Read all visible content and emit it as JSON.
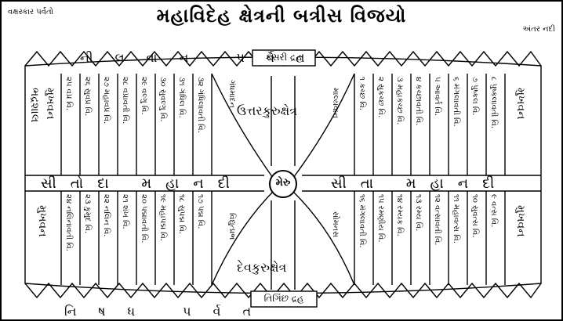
{
  "title": "મહાવિદેહ ક્ષેત્રની બત્રીસ વિજયો",
  "legend_left": "વક્ષસ્કાર પર્વતો",
  "legend_right": "અંતર નદી",
  "mountains": {
    "north": "નીલવાન પર્વત",
    "south": "નિષધ પર્વત"
  },
  "lakes": {
    "north": "કેસરી દ્રહ",
    "south": "તિગિંછ દ્રહ"
  },
  "center": "મેરુ",
  "river": "સીતા મહાનદી",
  "river_left": "સીતોદા મહાનદી",
  "kuru": {
    "north": "ઉત્તરકુરુક્ષેત્ર",
    "south": "દેવકુરુક્ષેત્ર"
  },
  "gajadanta": {
    "nw": "ગંધમાદન",
    "ne": "માલ્યવાન",
    "sw": "વિદ્યુત્પ્રભ",
    "se": "સોમનસ"
  },
  "forests": {
    "left_top": "ભદ્રશાલ",
    "left_top2": "મુખવન",
    "right_top": "મુખવન",
    "left_bottom": "મુખવન",
    "right_bottom": "મુખવન"
  },
  "vijays_nw": [
    "૨૫ વપ્ર વિ.",
    "૨૬ સુવપ્ર વિ.",
    "૨૭ મહાવપ્ર વિ.",
    "૨૮ વપ્રાવતી વિ.",
    "૨૯ વલ્ગુ વિ.",
    "૩૦ સુવલ્ગુ વિ.",
    "૩૧ ગંધિલ વિ.",
    "૩૨ ગંધિલાવતી વિ."
  ],
  "vijays_ne": [
    "૮ પુષ્કલાવતી વિ.",
    "૭ પુષ્કલ વિ.",
    "૬ મંગલાવતી વિ.",
    "૫ આવર્ત વિ.",
    "૪ કચ્છાવતી વિ.",
    "૩ મહાકચ્છ વિ.",
    "૨ સુકચ્છ વિ.",
    "૧ કચ્છ વિ."
  ],
  "vijays_sw": [
    "૨૪ નલિનાવતી વિ.",
    "૨૩ કુમુદ વિ.",
    "૨૨ નલિન વિ.",
    "૨૧ શંખ વિ.",
    "૨૦ પદ્માવતી વિ.",
    "૧૯ મહાપદ્મ વિ.",
    "૧૮ સુપદ્મ વિ.",
    "૧૭ પદ્મ વિ."
  ],
  "vijays_se": [
    "૯ વત્સ વિ.",
    "૧૦ સુવત્સ વિ.",
    "૧૧ મહાવત્સ વિ.",
    "૧૨ વત્સાવતી વિ.",
    "૧૩ રમ્ય વિ.",
    "૧૪ રમ્યક વિ.",
    "૧૫ રમણીય વિ.",
    "૧૬ મંગલાવતી વિ."
  ]
}
